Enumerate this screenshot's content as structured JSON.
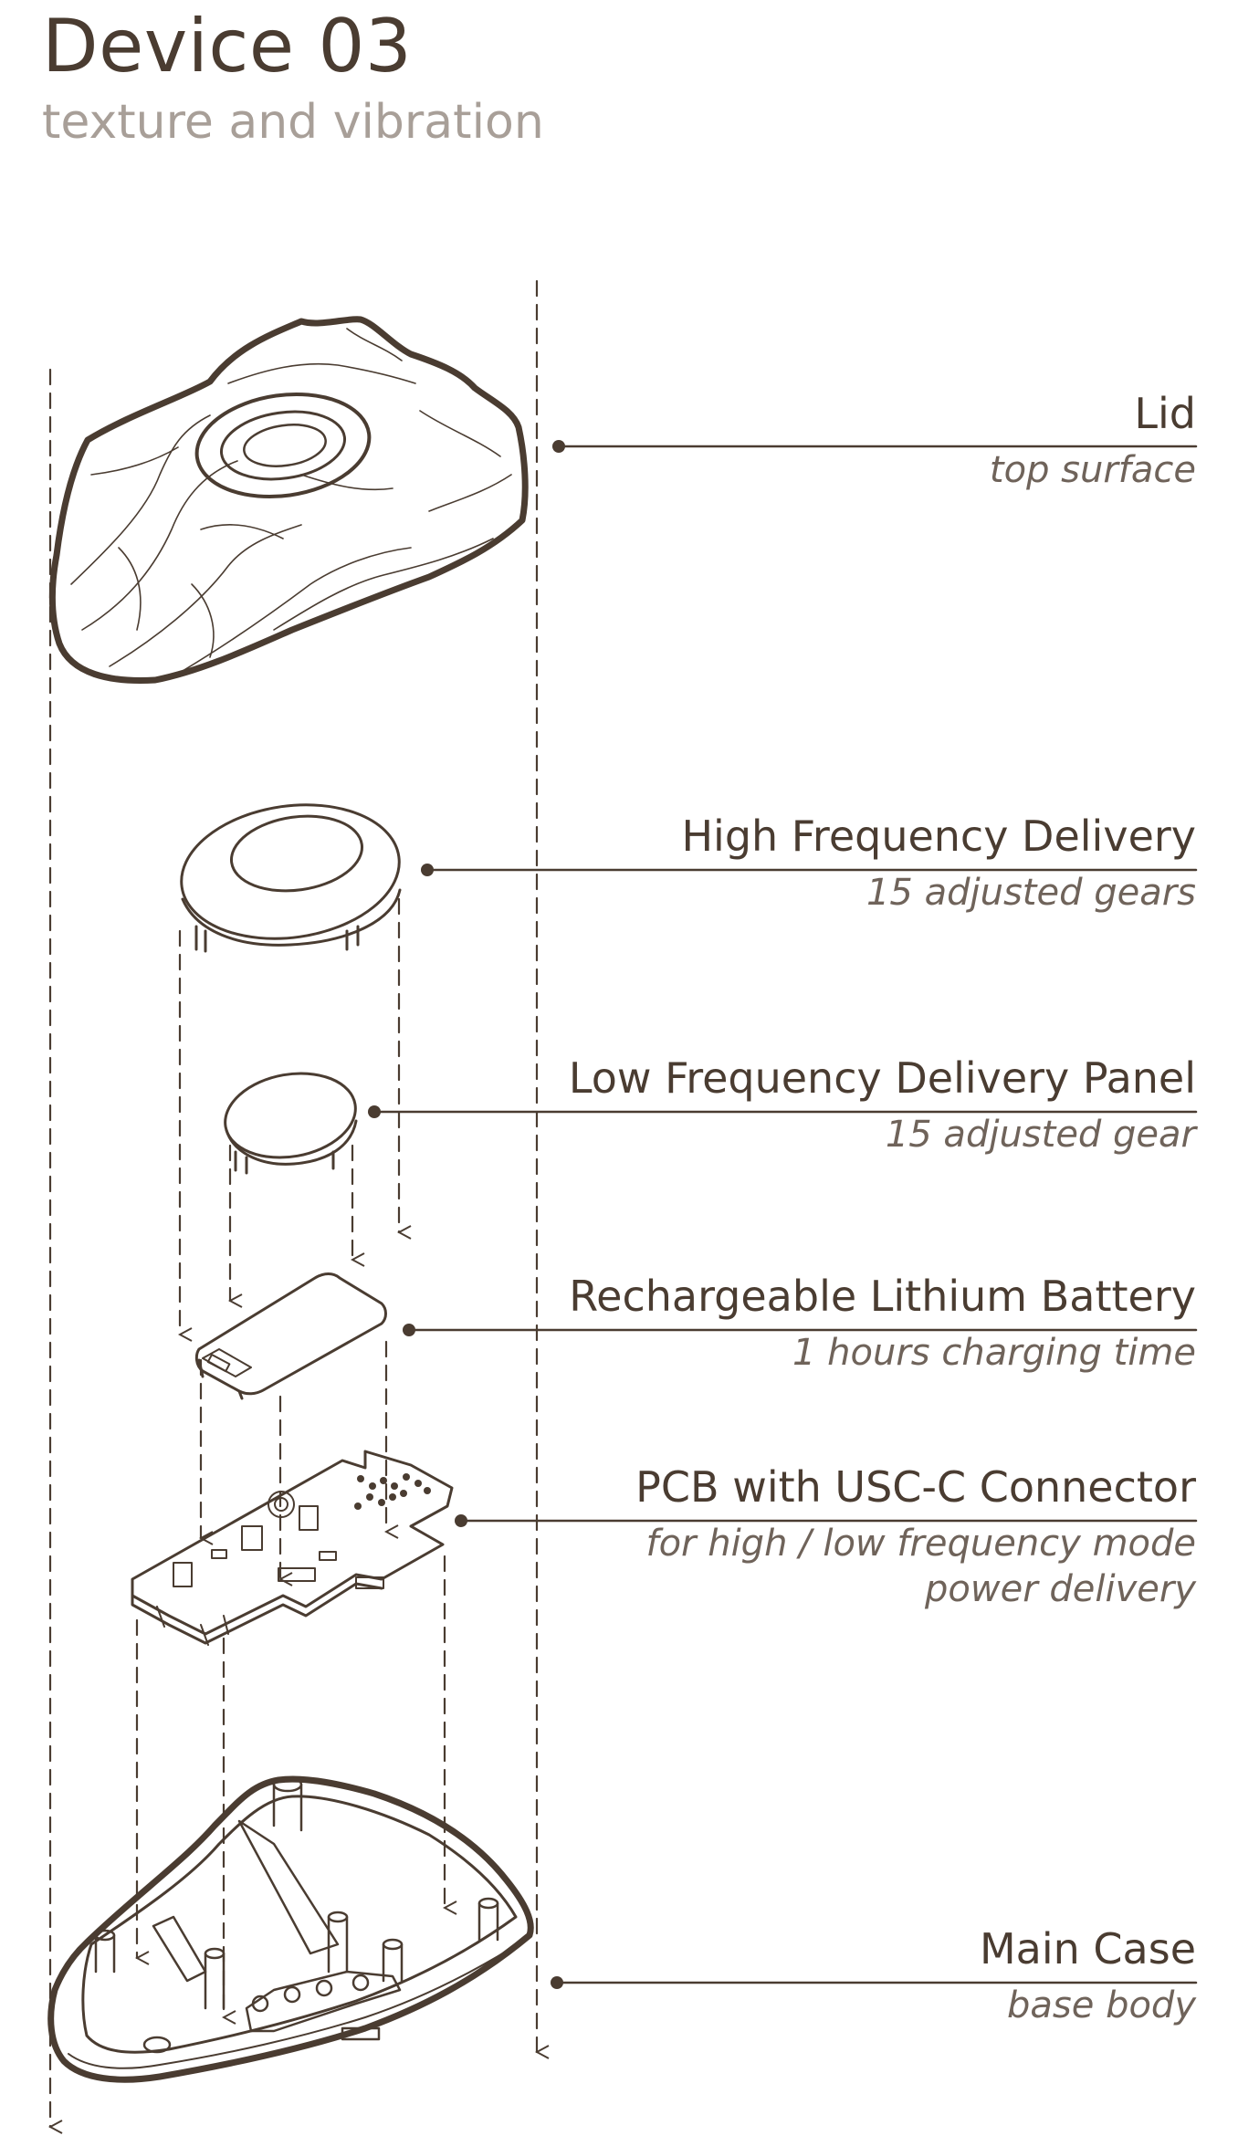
{
  "header": {
    "title": "Device 03",
    "subtitle": "texture and vibration"
  },
  "callouts": [
    {
      "name": "Lid",
      "desc": "top surface"
    },
    {
      "name": "High Frequency Delivery",
      "desc": "15 adjusted gears"
    },
    {
      "name": "Low Frequency Delivery Panel",
      "desc": "15 adjusted gear"
    },
    {
      "name": "Rechargeable Lithium Battery",
      "desc": "1 hours charging time"
    },
    {
      "name": "PCB with USC-C Connector",
      "desc": "for high / low frequency mode",
      "desc2": "power delivery"
    },
    {
      "name": "Main Case",
      "desc": "base body"
    }
  ],
  "colors": {
    "ink": "#4a3c31",
    "muted": "#a89f98"
  }
}
